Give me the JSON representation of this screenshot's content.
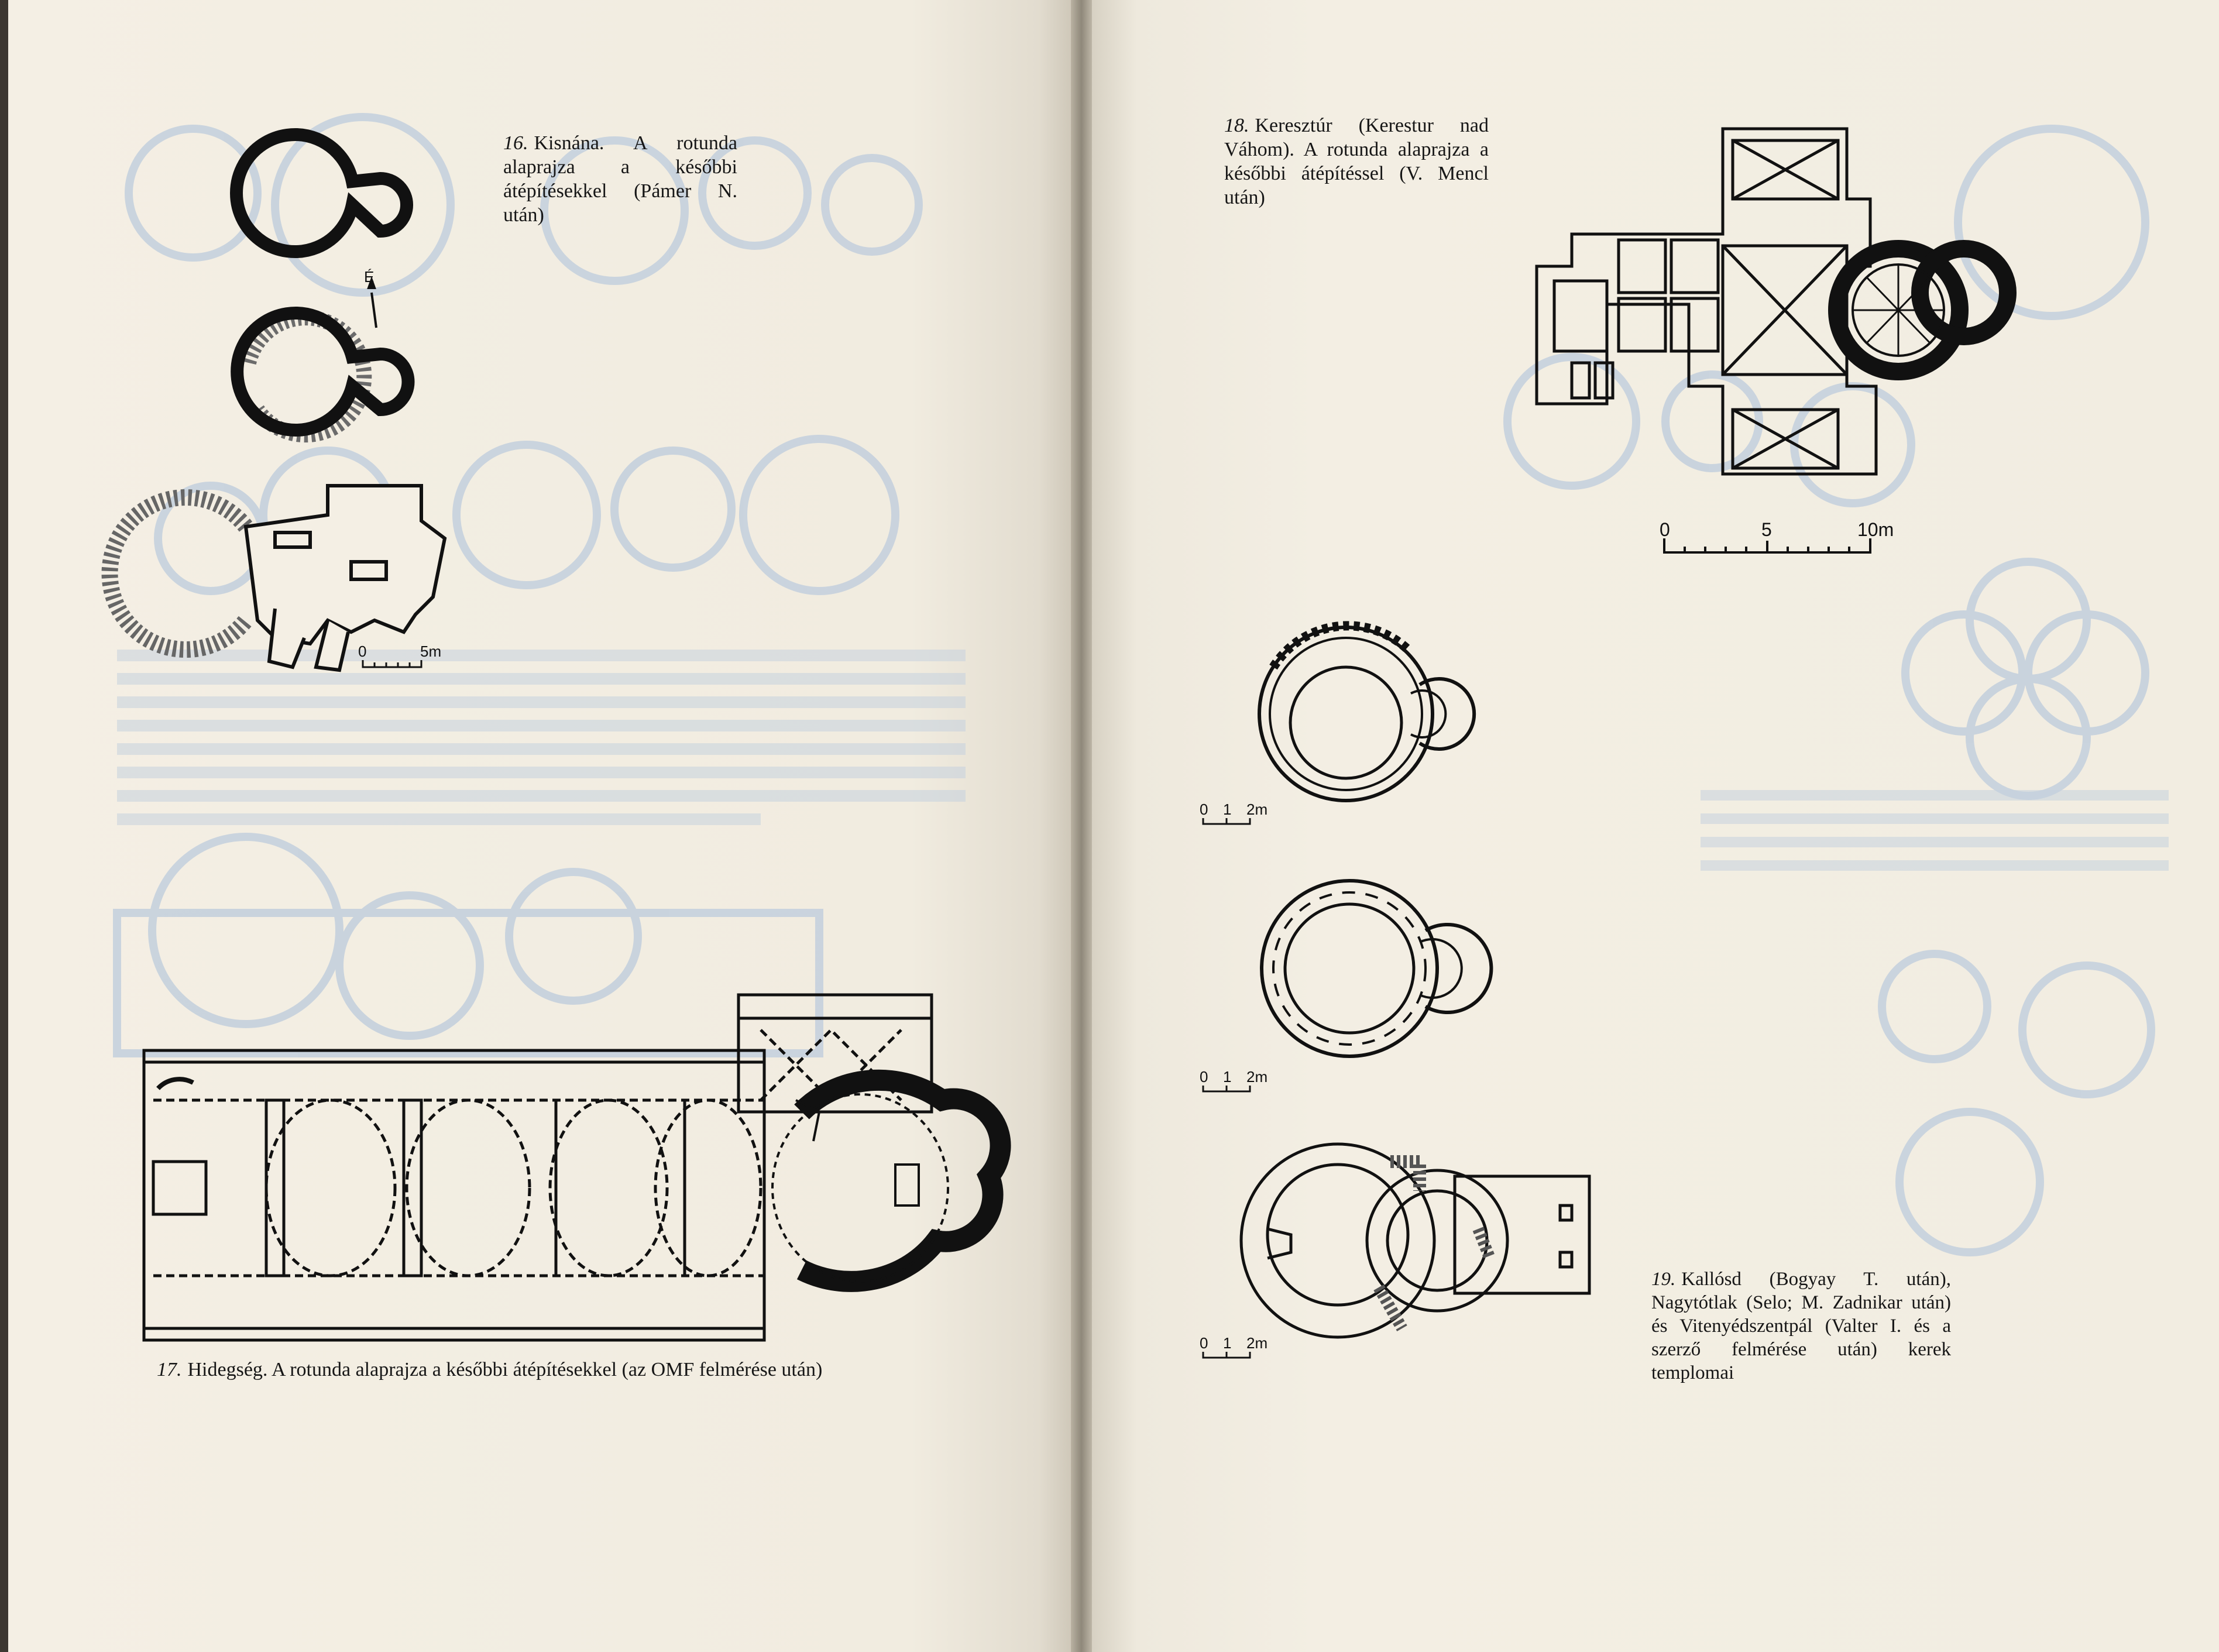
{
  "captions": {
    "fig16": {
      "number": "16.",
      "text": "Kisnána. A rotunda alaprajza a későbbi átépítésekkel (Pámer N. után)"
    },
    "fig17": {
      "number": "17.",
      "text": "Hidegség. A rotunda alaprajza a későbbi átépítésekkel (az OMF felmérése után)"
    },
    "fig18": {
      "number": "18.",
      "text": "Keresztúr (Kerestur nad Váhom). A rotunda alaprajza a későbbi átépítéssel (V. Mencl után)"
    },
    "fig19": {
      "number": "19.",
      "text": "Kallósd (Bogyay T. után), Nagytótlak (Selo; M. Zadnikar után) és Vitenyédszentpál (Valter I. és a szerző felmérése után) kerek templomai"
    }
  },
  "labels": {
    "north": "É",
    "scale_fig16": [
      "0",
      "5m"
    ],
    "scale_fig18": [
      "0",
      "5",
      "10m"
    ],
    "scale_fig19": [
      "0",
      "1",
      "2m"
    ]
  }
}
